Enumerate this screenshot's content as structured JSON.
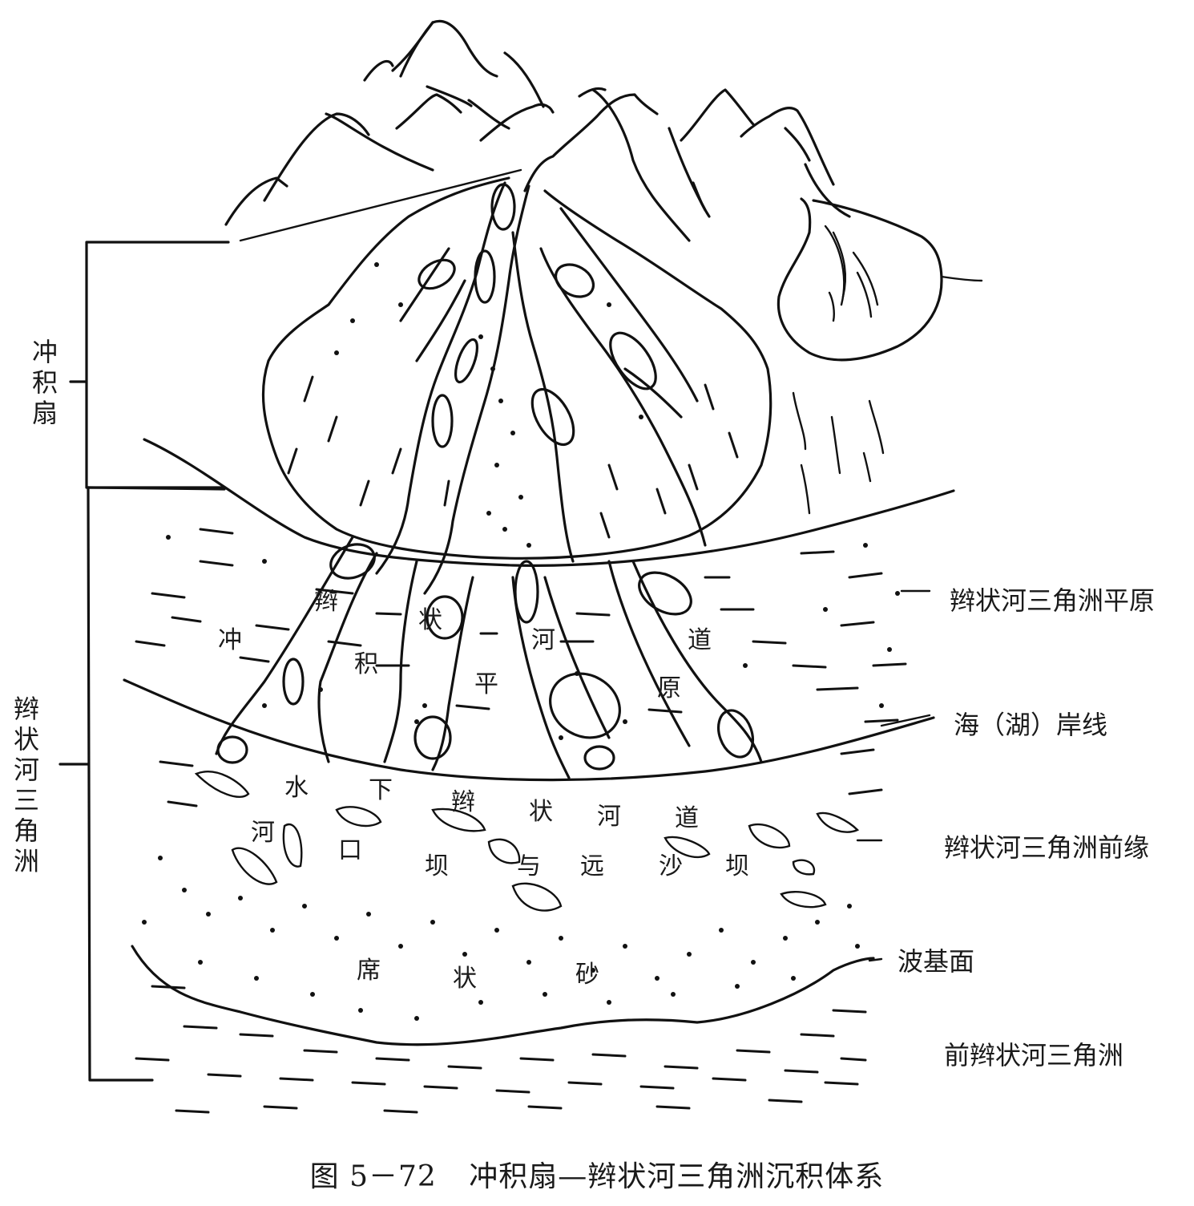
{
  "figure": {
    "number": "图 5－72",
    "title": "冲积扇—辫状河三角洲沉积体系"
  },
  "left_brackets": [
    {
      "label": "冲积扇",
      "chars": [
        "冲",
        "积",
        "扇"
      ]
    },
    {
      "label": "辫状河三角洲",
      "chars": [
        "辫",
        "状",
        "河",
        "三",
        "角",
        "洲"
      ]
    }
  ],
  "right_labels": {
    "delta_plain": "辫状河三角洲平原",
    "shoreline": "海（湖）岸线",
    "delta_front": "辫状河三角洲前缘",
    "wave_base": "波基面",
    "prodelta": "前辫状河三角洲"
  },
  "interior_labels": {
    "braided_channel": {
      "text": "辫状河道",
      "chars": [
        "辫",
        "状",
        "河",
        "道"
      ]
    },
    "alluvial_plain": {
      "text": "冲积平原",
      "chars": [
        "冲",
        "积",
        "平",
        "原"
      ]
    },
    "subaqueous_channel": {
      "text": "水下辫状河道",
      "chars": [
        "水",
        "下",
        "辫",
        "状",
        "河",
        "道"
      ]
    },
    "bars": {
      "text": "河口坝与远沙坝",
      "chars": [
        "河",
        "口",
        "坝",
        "与",
        "远",
        "沙",
        "坝"
      ]
    },
    "sheet_sand": {
      "text": "席状砂",
      "chars": [
        "席",
        "状",
        "砂"
      ]
    }
  },
  "colors": {
    "ink": "#111111",
    "paper": "#ffffff"
  }
}
